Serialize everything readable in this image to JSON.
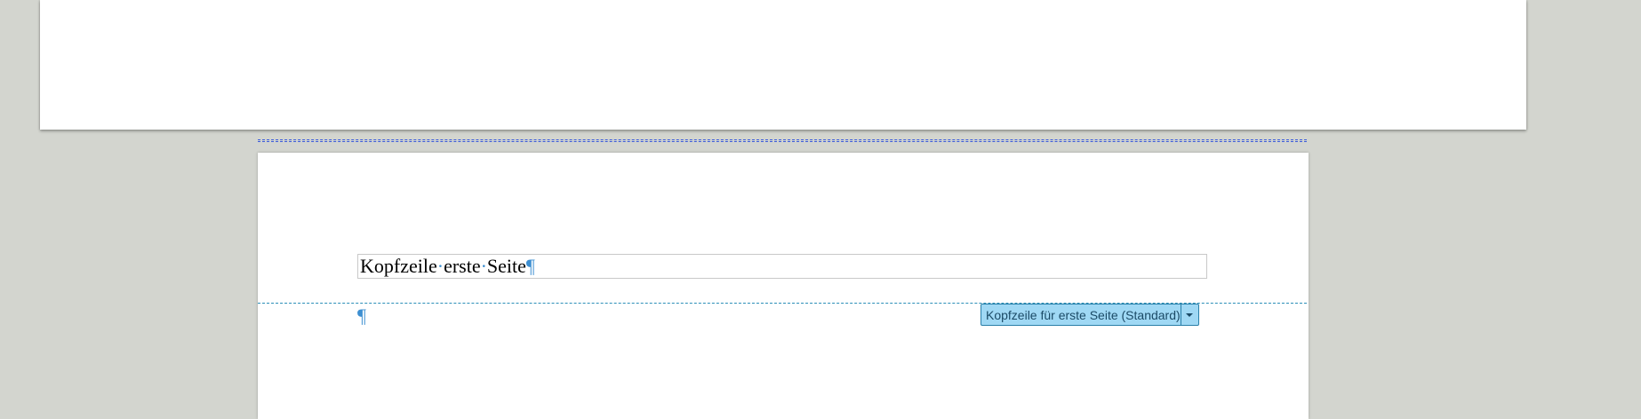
{
  "document": {
    "header_paragraph": {
      "words": [
        "Kopfzeile",
        "erste",
        "Seite"
      ],
      "space_mark": "·",
      "pilcrow": "¶"
    },
    "empty_paragraph_mark": "¶"
  },
  "header_control": {
    "label": "Kopfzeile für erste Seite (Standard)",
    "dropdown_icon": "chevron-down-icon"
  },
  "colors": {
    "workspace_background": "#d3d5cf",
    "formatting_marks": "#3d8fd1",
    "page_break_line": "#3b5bdb",
    "header_tab_fill": "#9fd8f4",
    "header_tab_border": "#2a7fa8"
  }
}
